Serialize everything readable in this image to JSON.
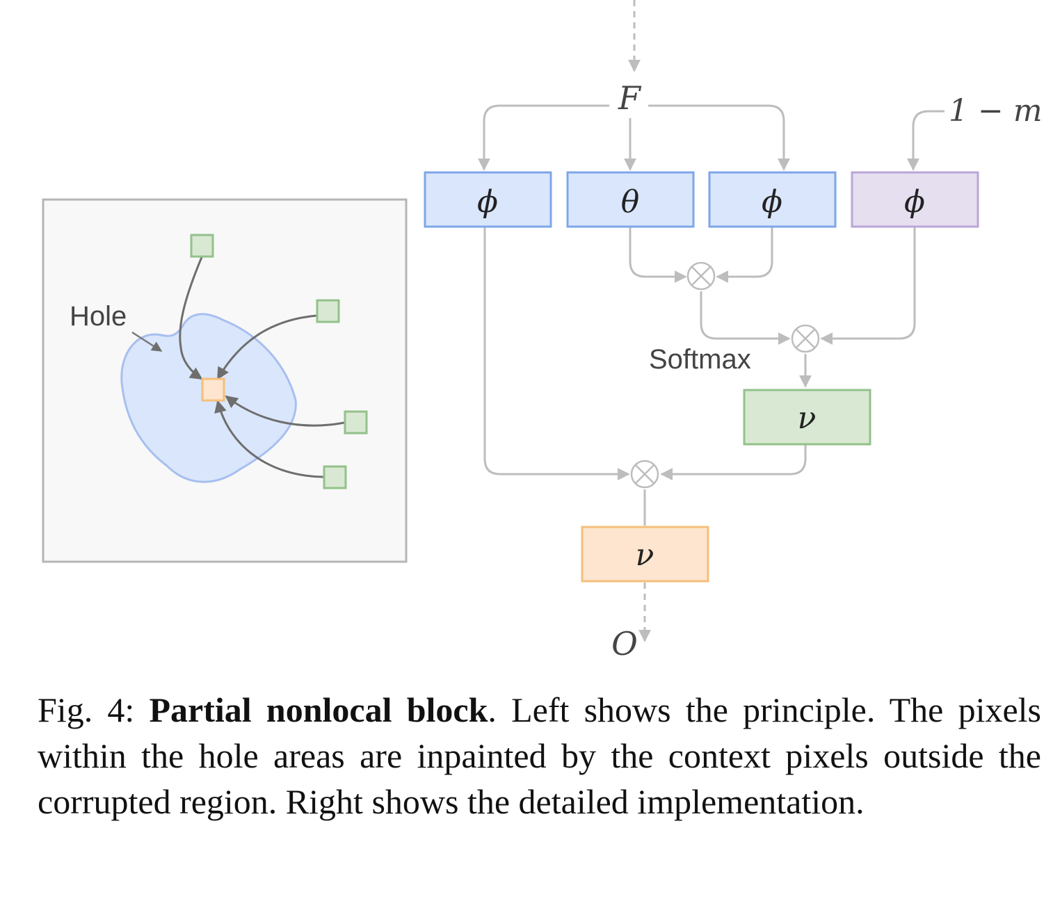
{
  "diagram": {
    "left_panel": {
      "hole_label": "Hole"
    },
    "right_panel": {
      "input_label": "F",
      "mask_label": "1 − m",
      "output_label": "O",
      "softmax_label": "Softmax",
      "blocks": {
        "phi_left": "ϕ",
        "theta": "θ",
        "phi_right": "ϕ",
        "phi_mask": "ϕ",
        "nu_green": "ν",
        "nu_orange": "ν"
      },
      "operators": {
        "mult_top": "⊗",
        "mult_mid": "⊗",
        "mult_bottom": "⊗"
      }
    },
    "colors": {
      "blue_fill": "#dae6fb",
      "blue_stroke": "#7ea6ea",
      "purple_fill": "#e6dff0",
      "purple_stroke": "#b9a6d6",
      "green_fill": "#d9e8d3",
      "green_stroke": "#93c18a",
      "orange_fill": "#fde5cf",
      "orange_stroke": "#f5bf7a",
      "connector": "#bdbdbd",
      "hole_arrow": "#777777"
    }
  },
  "caption": {
    "prefix": "Fig. 4: ",
    "title": "Partial nonlocal block",
    "body": ". Left shows the principle. The pixels within the hole areas are inpainted by the context pix­els outside the corrupted region. Right shows the detailed implementation."
  }
}
